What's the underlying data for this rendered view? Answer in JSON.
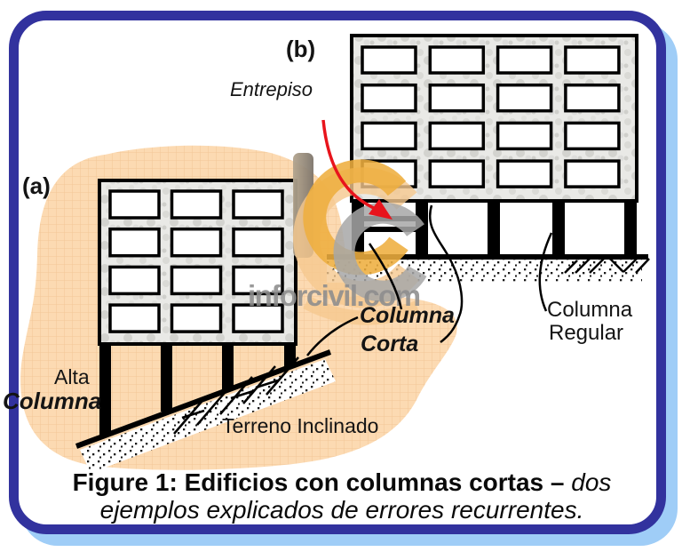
{
  "figure": {
    "panel_a_label": "(a)",
    "panel_b_label": "(b)",
    "entrepiso_label": "Entrepiso",
    "alta_columna_label": {
      "line1": "Alta",
      "line2": "Columna"
    },
    "terreno_label": "Terreno Inclinado",
    "columna_corta_label": {
      "line1": "Columna",
      "line2": "Corta"
    },
    "columna_regular_label": {
      "line1": "Columna",
      "line2": "Regular"
    },
    "watermark": "inforcivil.com",
    "caption": {
      "bold": "Figure 1: Edificios con columnas cortas –",
      "italic": " dos",
      "line2": "ejemplos explicados de errores recurrentes."
    },
    "colors": {
      "frame_border": "#32329e",
      "frame_shadow": "#9fcdf7",
      "terrain_blob": "#fcdab2",
      "blob_grid_line": "#f2c696",
      "arrow_red": "#e8141c",
      "watermark_gray": "#8d8d8d",
      "logo_gold": "#eeae3f",
      "logo_light_orange": "#f5c88e",
      "structure_black": "#000000"
    }
  },
  "diagram": {
    "building_a": {
      "floors": 4,
      "windows_per_floor": 3,
      "column_count": 4,
      "ground": "inclined"
    },
    "building_b": {
      "floors": 4,
      "windows_per_floor": 4,
      "column_count": 5,
      "ground": "level"
    }
  }
}
